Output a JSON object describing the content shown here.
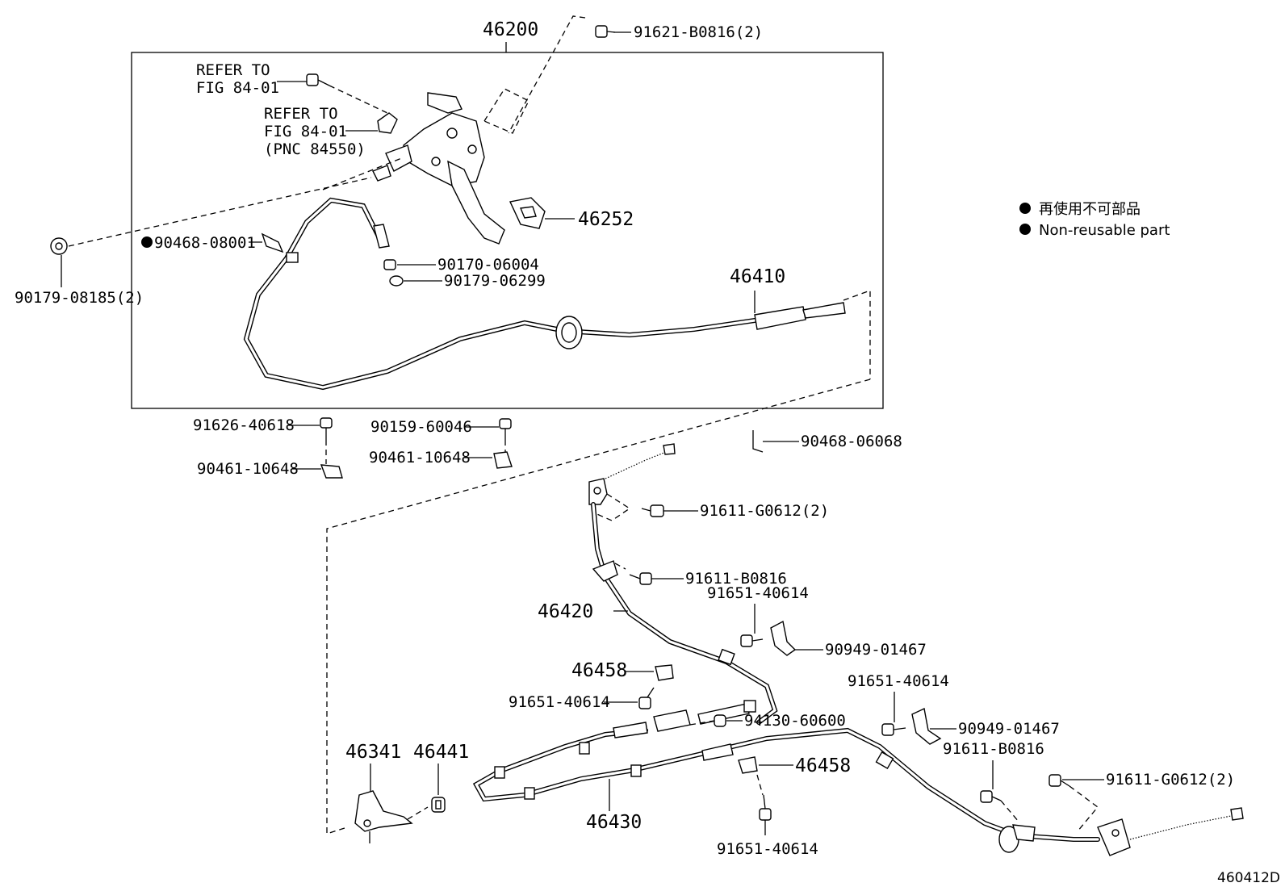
{
  "legend": {
    "jp_label": "再使用不可部品",
    "en_label": "Non-reusable part"
  },
  "labels": {
    "p46200": "46200",
    "p91621_b0816": "91621-B0816(2)",
    "refer1_a": "REFER TO",
    "refer1_b": "FIG 84-01",
    "refer2_a": "REFER TO",
    "refer2_b": "FIG 84-01",
    "refer2_c": "(PNC 84550)",
    "p46252": "46252",
    "p90468_08001": "90468-08001",
    "p90170_06004": "90170-06004",
    "p90179_06299": "90179-06299",
    "p90179_08185": "90179-08185(2)",
    "p46410": "46410",
    "p91626_40618": "91626-40618",
    "p90159_60046": "90159-60046",
    "p90461_10648_a": "90461-10648",
    "p90461_10648_b": "90461-10648",
    "p90468_06068": "90468-06068",
    "p91611_g0612_a": "91611-G0612(2)",
    "p91611_b0816_a": "91611-B0816",
    "p91651_40614_a": "91651-40614",
    "p46420": "46420",
    "p90949_01467_a": "90949-01467",
    "p46458_a": "46458",
    "p91651_40614_b": "91651-40614",
    "p94130_60600": "94130-60600",
    "p91651_40614_c": "91651-40614",
    "p90949_01467_b": "90949-01467",
    "p91611_b0816_b": "91611-B0816",
    "p46341": "46341",
    "p46441": "46441",
    "p46458_b": "46458",
    "p91611_g0612_b": "91611-G0612(2)",
    "p46430": "46430",
    "p91651_40614_d": "91651-40614",
    "figure_code": "460412D"
  }
}
